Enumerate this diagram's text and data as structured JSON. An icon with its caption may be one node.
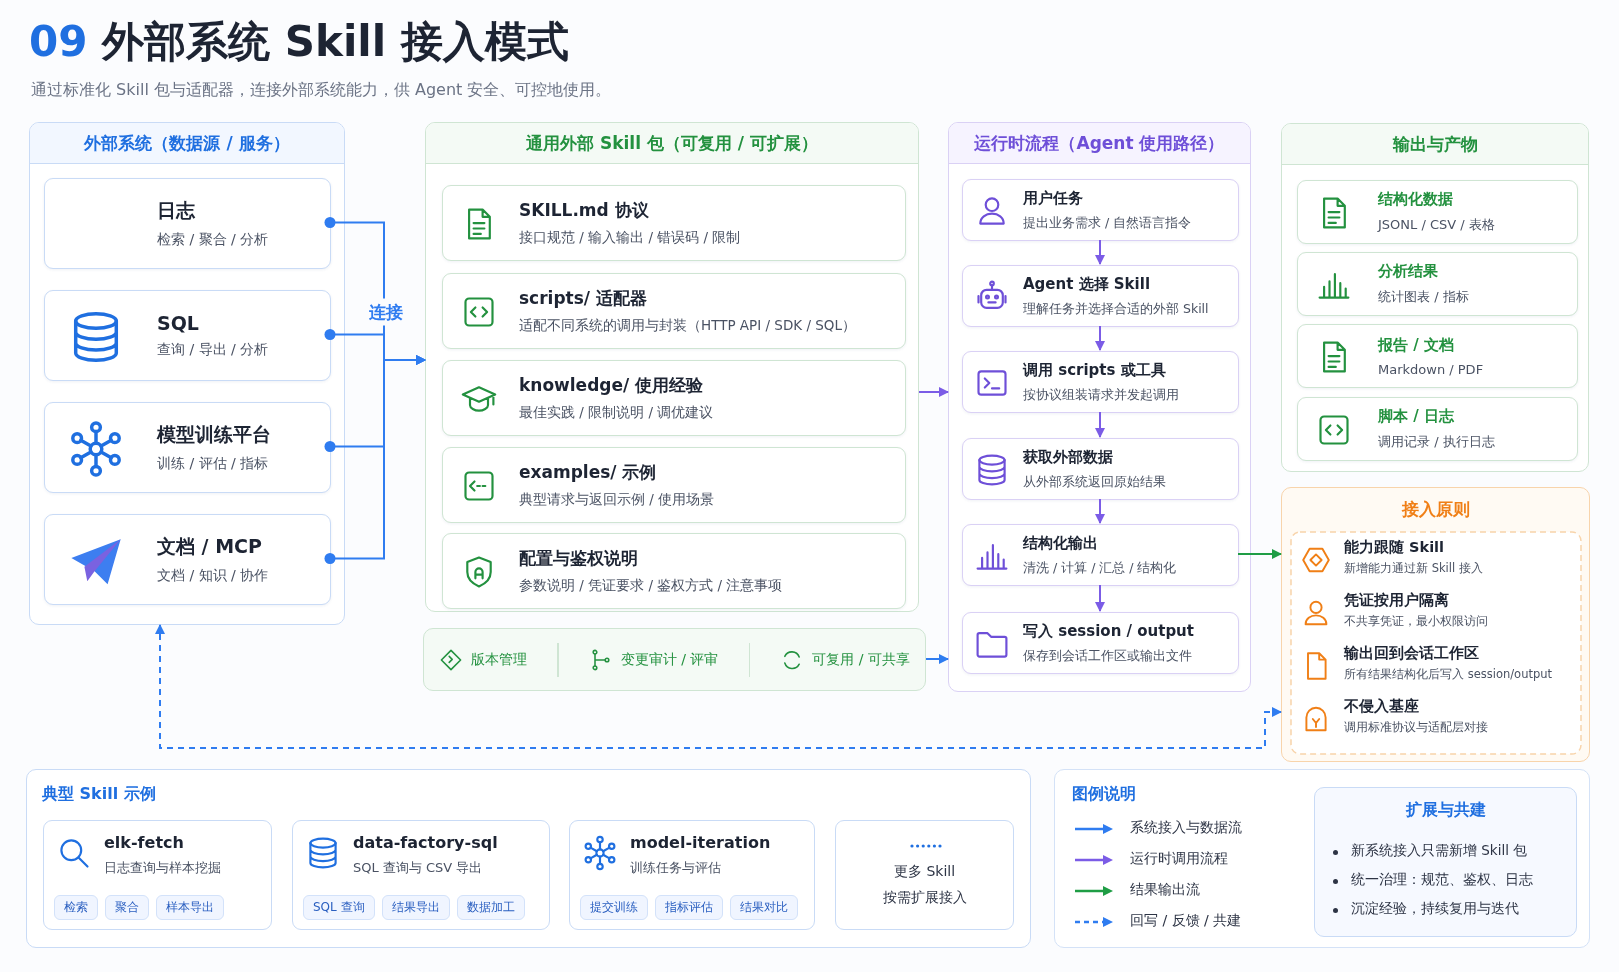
{
  "diagram": {
    "title": "09 外部系统 Skill 接入模式",
    "caption": "通过标准化 Skill 包与适配器，连接外部系统能力，供 Agent 安全、可控地使用。",
    "nodes": [
      {
        "text": [
          "外部系统（数据源 / 服务）"
        ]
      },
      {
        "text": [
          "日志",
          "检索 / 聚合 / 分析"
        ],
        "in": 0
      },
      {
        "text": [
          "SQL",
          "查询 / 导出 / 分析"
        ],
        "in": 0
      },
      {
        "text": [
          "模型训练平台",
          "训练 / 评估 / 指标"
        ],
        "in": 0
      },
      {
        "text": [
          "文档 / MCP",
          "文档 / 知识 / 协作"
        ],
        "in": 0
      },
      {
        "text": [
          "通用外部 Skill 包（可复用 / 可扩展）"
        ]
      },
      {
        "text": [
          "SKILL.md 协议",
          "接口规范 / 输入输出 / 错误码 / 限制"
        ],
        "in": 5
      },
      {
        "text": [
          "scripts/ 适配器",
          "适配不同系统的调用与封装（HTTP API / SDK / SQL）"
        ],
        "in": 5
      },
      {
        "text": [
          "knowledge/ 使用经验",
          "最佳实践 / 限制说明 / 调优建议"
        ],
        "in": 5
      },
      {
        "text": [
          "examples/ 示例",
          "典型请求与返回示例 / 使用场景"
        ],
        "in": 5
      },
      {
        "text": [
          "配置与鉴权说明",
          "参数说明 / 凭证要求 / 鉴权方式 / 注意事项"
        ],
        "in": 5
      },
      {
        "text": [
          "版本管理",
          "变更审计 / 评审",
          "可复用 / 可共享"
        ]
      },
      {
        "text": [
          "运行时流程（Agent 使用路径）"
        ]
      },
      {
        "text": [
          "用户任务",
          "提出业务需求 / 自然语言指令"
        ],
        "in": 12
      },
      {
        "text": [
          "Agent 选择 Skill",
          "理解任务并选择合适的外部 Skill"
        ],
        "in": 12
      },
      {
        "text": [
          "调用 scripts 或工具",
          "按协议组装请求并发起调用"
        ],
        "in": 12
      },
      {
        "text": [
          "获取外部数据",
          "从外部系统返回原始结果"
        ],
        "in": 12
      },
      {
        "text": [
          "结构化输出",
          "清洗 / 计算 / 汇总 / 结构化"
        ],
        "in": 12
      },
      {
        "text": [
          "写入 session / output",
          "保存到会话工作区或输出文件"
        ],
        "in": 12
      },
      {
        "text": [
          "输出与产物"
        ]
      },
      {
        "text": [
          "结构化数据",
          "JSONL / CSV / 表格"
        ],
        "in": 19
      },
      {
        "text": [
          "分析结果",
          "统计图表 / 指标"
        ],
        "in": 19
      },
      {
        "text": [
          "报告 / 文档",
          "Markdown / PDF"
        ],
        "in": 19
      },
      {
        "text": [
          "脚本 / 日志",
          "调用记录 / 执行日志"
        ],
        "in": 19
      },
      {
        "text": [
          "接入原则",
          "能力跟随 Skill",
          "新增能力通过新 Skill 接入",
          "凭证按用户隔离",
          "不共享凭证，最小权限访问",
          "输出回到会话工作区",
          "所有结果结构化后写入 session/output",
          "不侵入基座",
          "调用标准协议与适配层对接"
        ]
      },
      {
        "text": [
          "典型 Skill 示例"
        ]
      },
      {
        "text": [
          "elk-fetch",
          "日志查询与样本挖掘",
          "检索",
          "聚合",
          "样本导出"
        ],
        "in": 25
      },
      {
        "text": [
          "data-factory-sql",
          "SQL 查询与 CSV 导出",
          "SQL 查询",
          "结果导出",
          "数据加工"
        ],
        "in": 25
      },
      {
        "text": [
          "model-iteration",
          "训练任务与评估",
          "提交训练",
          "指标评估",
          "结果对比"
        ],
        "in": 25
      },
      {
        "text": [
          "更多 Skill",
          "按需扩展接入"
        ],
        "in": 25
      },
      {
        "text": [
          "扩展与共建",
          "新系统接入只需新增 Skill 包",
          "统一治理：规范、鉴权、日志",
          "沉淀经验，持续复用与迭代"
        ]
      }
    ],
    "edges": [
      {
        "from": 1,
        "to": 5,
        "arrow": "to",
        "label": "连接",
        "color": "#2f7cf0"
      },
      {
        "from": 2,
        "to": 5,
        "arrow": "to",
        "color": "#2f7cf0"
      },
      {
        "from": 3,
        "to": 5,
        "arrow": "to",
        "color": "#2f7cf0"
      },
      {
        "from": 4,
        "to": 5,
        "arrow": "to",
        "color": "#2f7cf0"
      },
      {
        "from": 5,
        "to": 12,
        "arrow": "to"
      },
      {
        "from": 11,
        "to": 12,
        "arrow": "to",
        "color": "#2f7cf0"
      },
      {
        "from": 13,
        "to": 14,
        "arrow": "to"
      },
      {
        "from": 14,
        "to": 15,
        "arrow": "to"
      },
      {
        "from": 15,
        "to": 16,
        "arrow": "to"
      },
      {
        "from": 16,
        "to": 17,
        "arrow": "to"
      },
      {
        "from": 17,
        "to": 18,
        "arrow": "to"
      },
      {
        "from": 17,
        "to": 24,
        "arrow": "to",
        "color": "#1f9d45"
      },
      {
        "from": 24,
        "to": 0,
        "arrow": "both",
        "style": "dashed",
        "color": "#2f7cf0"
      }
    ],
    "labels": [
      "图例说明"
    ],
    "legend": [
      {
        "text": "系统接入与数据流"
      },
      {
        "text": "运行时调用流程"
      },
      {
        "text": "结果输出流"
      },
      {
        "text": "回写 / 反馈 / 共建"
      }
    ]
  }
}
